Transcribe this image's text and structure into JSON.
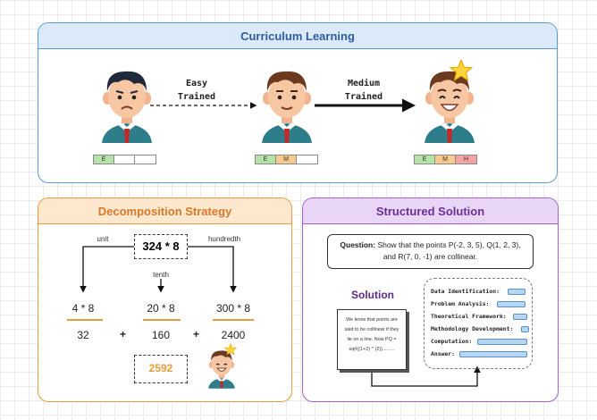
{
  "curriculum": {
    "title": "Curriculum Learning",
    "arrow1_label_line1": "Easy",
    "arrow1_label_line2": "Trained",
    "arrow2_label_line1": "Medium",
    "arrow2_label_line2": "Trained",
    "bar_labels": {
      "easy": "E",
      "medium": "M",
      "hard": "H"
    },
    "colors": {
      "easy": "#b6e3a8",
      "medium": "#f9c98e",
      "hard": "#f3a3a3",
      "header": "#dbeafb",
      "accent": "#5b9bd5"
    }
  },
  "decomposition": {
    "title": "Decomposition Strategy",
    "problem": "324 * 8",
    "labels": {
      "unit": "unit",
      "tenth": "tenth",
      "hundredth": "hundredth"
    },
    "partials": [
      {
        "expr": "4 * 8",
        "result": "32"
      },
      {
        "expr": "20 * 8",
        "result": "160"
      },
      {
        "expr": "300 * 8",
        "result": "2400"
      }
    ],
    "plus": "+",
    "answer": "2592",
    "colors": {
      "header": "#fde8cd",
      "accent": "#e69b3c",
      "answer": "#e69b3c"
    }
  },
  "structured": {
    "title": "Structured Solution",
    "question_label": "Question:",
    "question_line1": "Show that the points P(-2, 3, 5), Q(1, 2, 3),",
    "question_line2": "and R(7, 0, -1) are collinear.",
    "solution_title": "Solution",
    "solution_text": [
      "We know that points are",
      "said to be collinear if they",
      "lie on a line. Now PQ =",
      "sqrt((1+2) ^ (2))........."
    ],
    "components": [
      {
        "label": "Data Identification:"
      },
      {
        "label": "Problem Analysis:"
      },
      {
        "label": "Theoretical Framework:"
      },
      {
        "label": "Methodology Development:"
      },
      {
        "label": "Computation:"
      },
      {
        "label": "Answer:"
      }
    ],
    "colors": {
      "header": "#e9d6f7",
      "accent": "#a25fcf",
      "field": "#b7d6f2"
    }
  }
}
